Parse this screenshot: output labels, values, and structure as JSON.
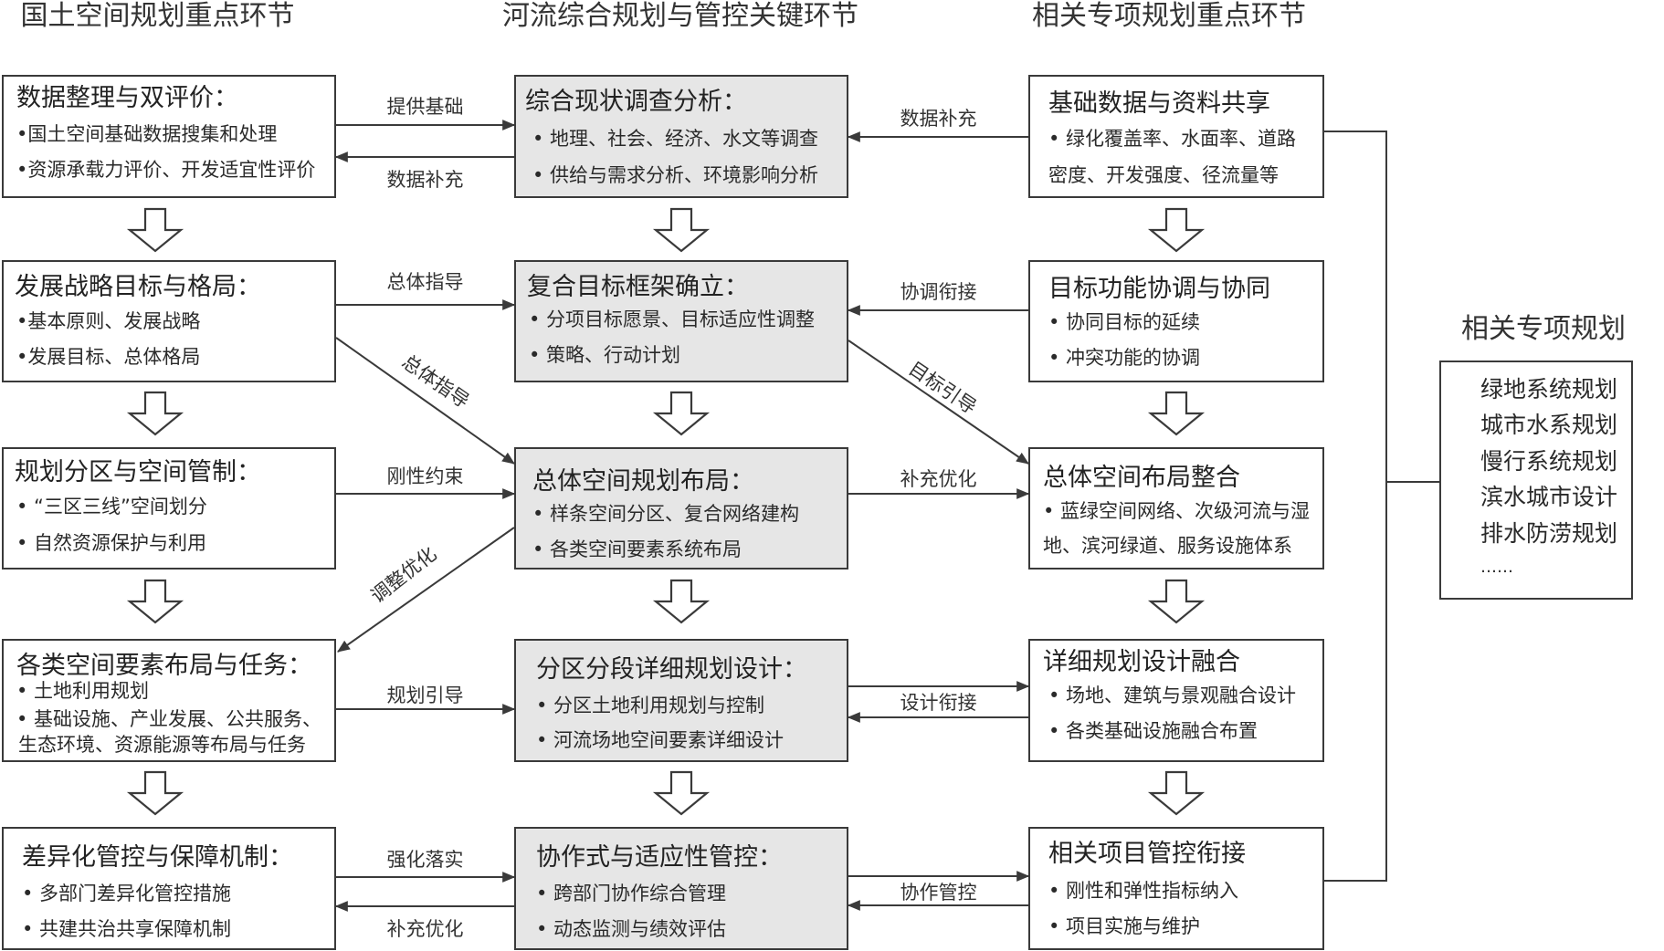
{
  "columns": {
    "left": "国土空间规划重点环节",
    "middle": "河流综合规划与管控关键环节",
    "right": "相关专项规划重点环节"
  },
  "left_boxes": [
    {
      "title": "数据整理与双评价：",
      "lines": [
        "•国土空间基础数据搜集和处理",
        "•资源承载力评价、开发适宜性评价"
      ]
    },
    {
      "title": "发展战略目标与格局：",
      "lines": [
        "•基本原则、发展战略",
        "•发展目标、总体格局"
      ]
    },
    {
      "title": "规划分区与空间管制：",
      "lines": [
        "• “三区三线”空间划分",
        "• 自然资源保护与利用"
      ]
    },
    {
      "title": "各类空间要素布局与任务：",
      "lines": [
        "• 土地利用规划",
        "• 基础设施、产业发展、公共服务、",
        "生态环境、资源能源等布局与任务"
      ]
    },
    {
      "title": "差异化管控与保障机制：",
      "lines": [
        "• 多部门差异化管控措施",
        "• 共建共治共享保障机制"
      ]
    }
  ],
  "middle_boxes": [
    {
      "title": "综合现状调查分析：",
      "lines": [
        "• 地理、社会、经济、水文等调查",
        "• 供给与需求分析、环境影响分析"
      ]
    },
    {
      "title": "复合目标框架确立：",
      "lines": [
        "• 分项目标愿景、目标适应性调整",
        "• 策略、行动计划"
      ]
    },
    {
      "title": "总体空间规划布局：",
      "lines": [
        "• 样条空间分区、复合网络建构",
        "• 各类空间要素系统布局"
      ]
    },
    {
      "title": "分区分段详细规划设计：",
      "lines": [
        "• 分区土地利用规划与控制",
        "• 河流场地空间要素详细设计"
      ]
    },
    {
      "title": "协作式与适应性管控：",
      "lines": [
        "• 跨部门协作综合管理",
        "• 动态监测与绩效评估"
      ]
    }
  ],
  "right_boxes": [
    {
      "title": "基础数据与资料共享",
      "lines": [
        "• 绿化覆盖率、水面率、道路",
        "密度、开发强度、径流量等"
      ]
    },
    {
      "title": "目标功能协调与协同",
      "lines": [
        "• 协同目标的延续",
        "• 冲突功能的协调"
      ]
    },
    {
      "title": "总体空间布局整合",
      "lines": [
        "• 蓝绿空间网络、次级河流与湿",
        "地、滨河绿道、服务设施体系"
      ]
    },
    {
      "title": "详细规划设计融合",
      "lines": [
        "• 场地、建筑与景观融合设计",
        "• 各类基础设施融合布置"
      ]
    },
    {
      "title": "相关项目管控衔接",
      "lines": [
        "• 刚性和弹性指标纳入",
        "• 项目实施与维护"
      ]
    }
  ],
  "edge_labels": {
    "provide_basis": "提供基础",
    "data_supplement_left": "数据补充",
    "data_supplement_right": "数据补充",
    "overall_guidance": "总体指导",
    "overall_guidance_diag": "总体指导",
    "coordination_link": "协调衔接",
    "target_guidance": "目标引导",
    "rigid_constraint": "刚性约束",
    "supplement_optimize_mid": "补充优化",
    "adjust_optimize": "调整优化",
    "planning_guidance": "规划引导",
    "design_link": "设计衔接",
    "strengthen_implement": "强化落实",
    "supplement_optimize_bottom": "补充优化",
    "collab_control": "协作管控"
  },
  "side": {
    "title": "相关专项规划",
    "items": [
      "绿地系统规划",
      "城市水系规划",
      "慢行系统规划",
      "滨水城市设计",
      "排水防涝规划",
      "……"
    ]
  }
}
